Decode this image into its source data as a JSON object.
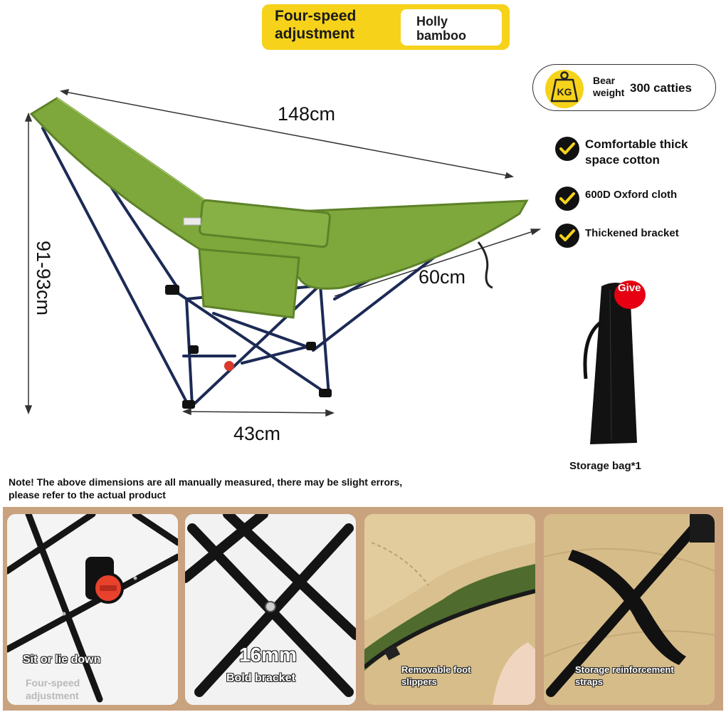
{
  "banner": {
    "left_text": "Four-speed adjustment",
    "right_line1": "Holly",
    "right_line2": "bamboo"
  },
  "weight_badge": {
    "icon": "kg-weight-icon",
    "icon_text": "KG",
    "label_line1": "Bear",
    "label_line2": "weight",
    "value": "300 catties"
  },
  "features": [
    {
      "icon": "check-icon",
      "text_line1": "Comfortable thick",
      "text_line2": "space cotton"
    },
    {
      "icon": "check-icon",
      "text_line1": "600D Oxford cloth",
      "text_line2": ""
    },
    {
      "icon": "check-icon",
      "text_line1": "Thickened bracket",
      "text_line2": ""
    }
  ],
  "dimensions": {
    "length": "148cm",
    "height": "91-93cm",
    "depth": "60cm",
    "width": "43cm"
  },
  "storage": {
    "give_label": "Give",
    "label": "Storage bag*1"
  },
  "note": "Note! The above dimensions are all manually measured, there may be slight errors, please refer to the actual product",
  "panels": [
    {
      "caption_main": "Sit or lie down",
      "caption_sub_line1": "Four-speed",
      "caption_sub_line2": "adjustment"
    },
    {
      "caption_main": "16mm",
      "caption_sub": "Bold bracket"
    },
    {
      "caption_line1": "Removable foot",
      "caption_line2": "slippers"
    },
    {
      "caption_line1": "Storage reinforcement",
      "caption_line2": "straps"
    }
  ],
  "colors": {
    "banner": "#f6d21a",
    "fabric_green": "#7fa83c",
    "frame": "#1c2a55",
    "strip": "#c9a27e",
    "fabric_khaki": "#d9c08e"
  }
}
